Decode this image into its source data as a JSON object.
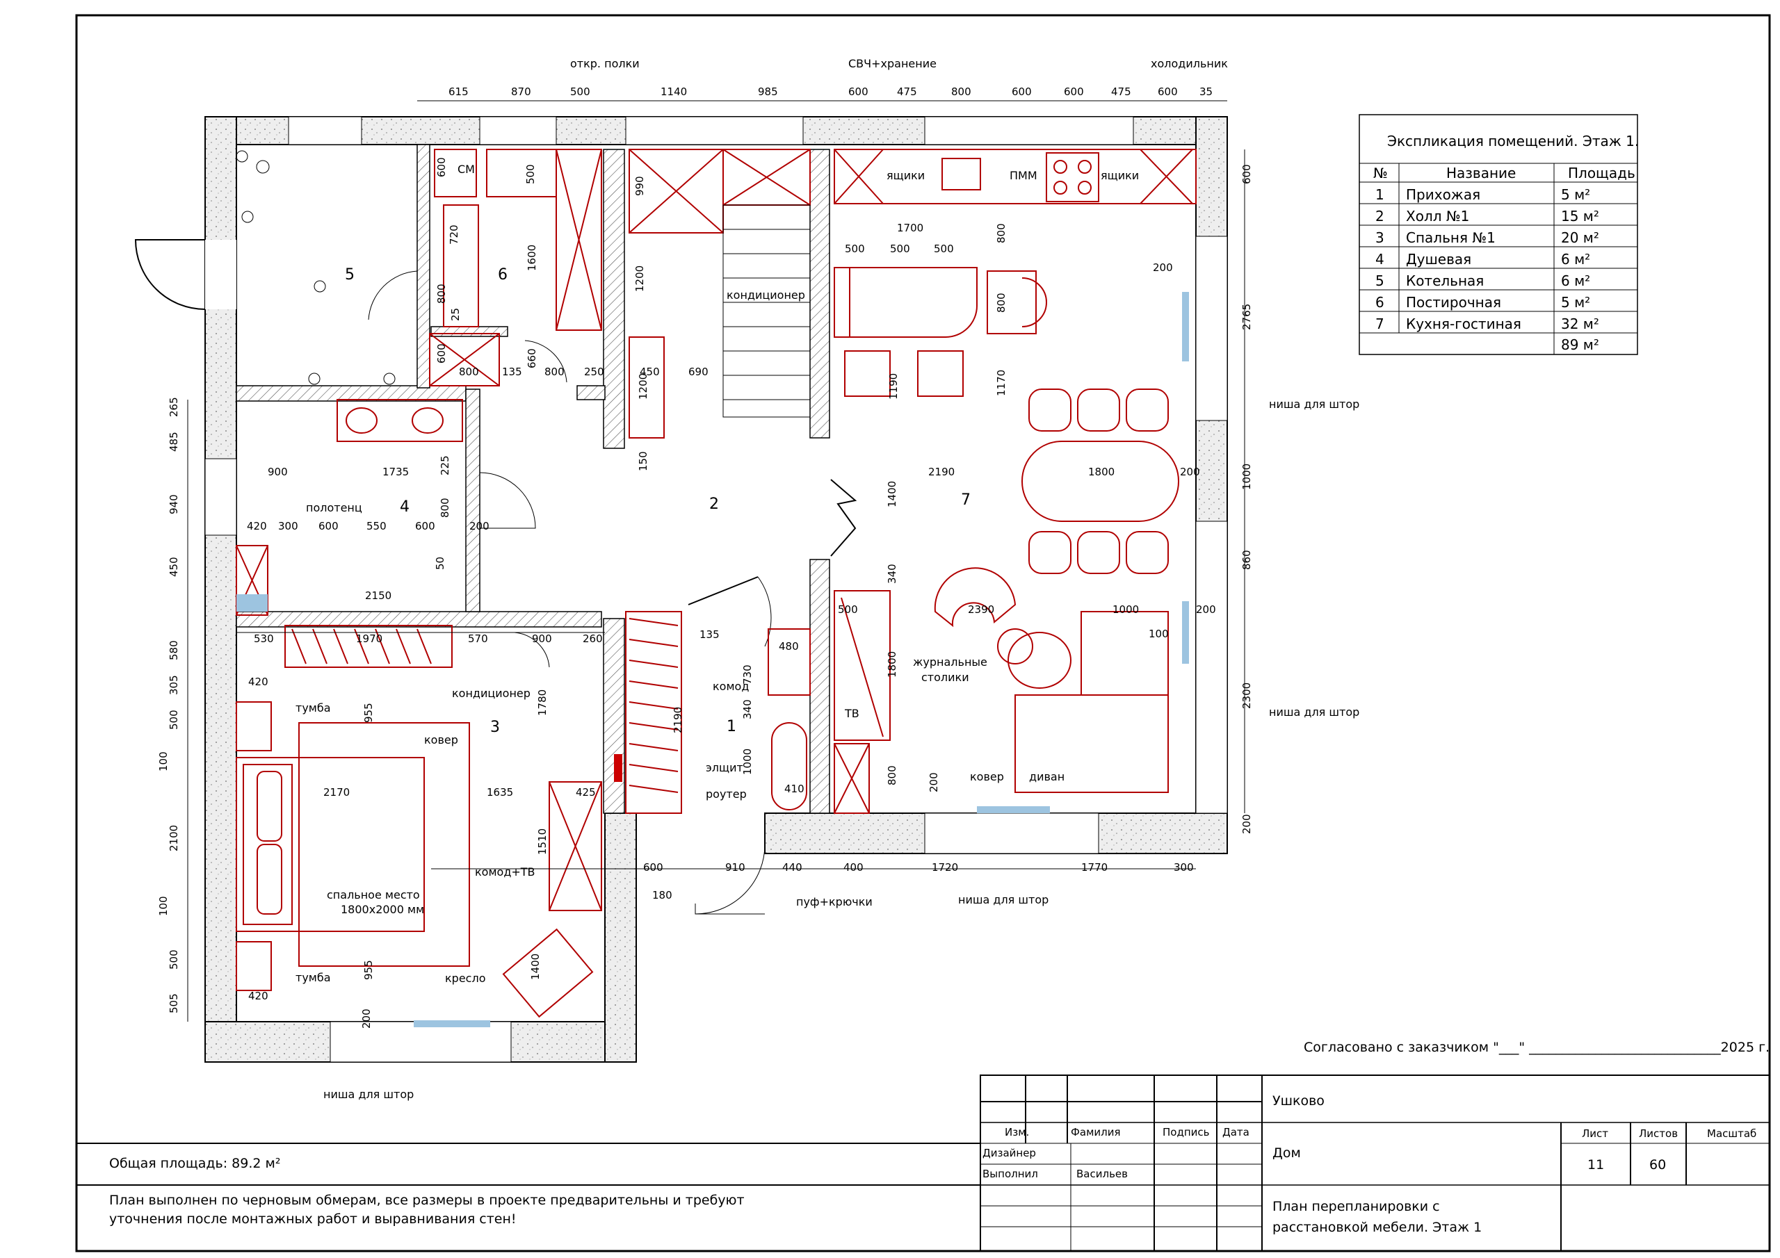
{
  "explication": {
    "title": "Экспликация помещений. Этаж 1.",
    "headers": [
      "№",
      "Название",
      "Площадь"
    ],
    "rows": [
      [
        "1",
        "Прихожая",
        "5 м²"
      ],
      [
        "2",
        "Холл №1",
        "15 м²"
      ],
      [
        "3",
        "Спальня №1",
        "20 м²"
      ],
      [
        "4",
        "Душевая",
        "6 м²"
      ],
      [
        "5",
        "Котельная",
        "6 м²"
      ],
      [
        "6",
        "Постирочная",
        "5 м²"
      ],
      [
        "7",
        "Кухня-гостиная",
        "32 м²"
      ]
    ],
    "total": "89 м²"
  },
  "approval": "Согласовано с заказчиком \"___\" _____________________________2025 г.",
  "total_area": "Общая площадь: 89.2 м²",
  "note_line1": "План выполнен по черновым обмерам, все размеры в проекте предварительны и требуют",
  "note_line2": "уточнения после монтажных работ и выравнивания стен!",
  "stamp": {
    "h_izm": "Изм.",
    "h_family": "Фамилия",
    "h_sign": "Подпись",
    "h_date": "Дата",
    "r_designer": "Дизайнер",
    "r_done": "Выполнил",
    "r_done_name": "Васильев",
    "location": "Ушково",
    "object": "Дом",
    "sheet_title_1": "План перепланировки с",
    "sheet_title_2": "расстановкой мебели. Этаж 1",
    "h_list": "Лист",
    "h_lists": "Листов",
    "h_scale": "Масштаб",
    "list": "11",
    "lists": "60"
  },
  "rooms": {
    "r1": "1",
    "r2": "2",
    "r3": "3",
    "r4": "4",
    "r5": "5",
    "r6": "6",
    "r7": "7"
  },
  "labels": {
    "otkr_polki": "откр. полки",
    "svch": "СВЧ+хранение",
    "fridge": "холодильник",
    "yashchiki": "ящики",
    "pmm": "ПММ",
    "sm": "СМ",
    "conditioner": "кондиционер",
    "polotenc": "полотенц",
    "tumba": "тумба",
    "kover": "ковер",
    "bed_1": "спальное место",
    "bed_2": "1800х2000 мм",
    "komod_tv": "комод+ТВ",
    "kreslo": "кресло",
    "nisha": "ниша для штор",
    "komod": "комод",
    "elshchit": "элщит",
    "router": "роутер",
    "puf": "пуф+крючки",
    "tv": "ТВ",
    "zhurnal_1": "журнальные",
    "zhurnal_2": "столики",
    "divan": "диван"
  },
  "dims": {
    "d615": "615",
    "d870": "870",
    "d500": "500",
    "d1140": "1140",
    "d985": "985",
    "d600": "600",
    "d475": "475",
    "d800": "800",
    "d35": "35",
    "d1700": "1700",
    "d200": "200",
    "d2765": "2765",
    "d1170": "1170",
    "d1190": "1190",
    "d2190": "2190",
    "d1800": "1800",
    "d1000": "1000",
    "d860": "860",
    "d2300": "2300",
    "d2390": "2390",
    "d100": "100",
    "d340": "340",
    "d1400": "1400",
    "d990": "990",
    "d1200": "1200",
    "d1600": "1600",
    "d720": "720",
    "d25": "25",
    "d660": "660",
    "d135": "135",
    "d250": "250",
    "d450": "450",
    "d690": "690",
    "d150": "150",
    "d265": "265",
    "d485": "485",
    "d940": "940",
    "d900": "900",
    "d1735": "1735",
    "d225": "225",
    "d420": "420",
    "d300": "300",
    "d550": "550",
    "d50": "50",
    "d2150": "2150",
    "d530": "530",
    "d1970": "1970",
    "d570": "570",
    "d260": "260",
    "d580": "580",
    "d305": "305",
    "d955": "955",
    "d2170": "2170",
    "d1635": "1635",
    "d2100": "2100",
    "d1780": "1780",
    "d1510": "1510",
    "d425": "425",
    "d505": "505",
    "d910": "910",
    "d440": "440",
    "d180": "180",
    "d730": "730",
    "d480": "480",
    "d410": "410",
    "d1720": "1720",
    "d1770": "1770",
    "d400": "400"
  }
}
